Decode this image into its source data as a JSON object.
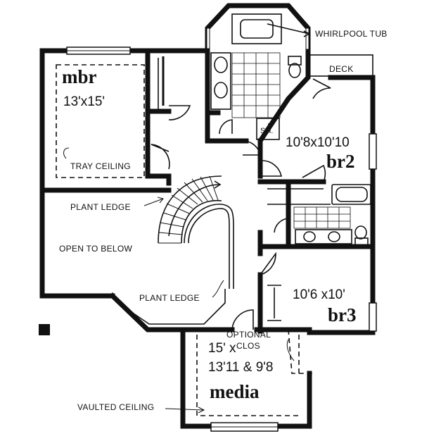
{
  "labels": {
    "whirlpool_tub": "WHIRLPOOL TUB",
    "deck": "DECK",
    "shower": "SH.",
    "tray_ceiling": "TRAY CEILING",
    "plant_ledge_upper": "PLANT LEDGE",
    "plant_ledge_lower": "PLANT LEDGE",
    "open_to_below": "OPEN TO BELOW",
    "optional_clos_line1": "OPTIONAL",
    "optional_clos_line2": "CLOS",
    "vaulted_ceiling": "VAULTED CEILING"
  },
  "rooms": {
    "mbr": {
      "name": "mbr",
      "size": "13'x15'"
    },
    "br2": {
      "name": "br2",
      "size": "10'8x10'10"
    },
    "br3": {
      "name": "br3",
      "size": "10'6 x10'"
    },
    "media": {
      "name": "media",
      "size_line1": "15' x",
      "size_line2": "13'11 & 9'8"
    }
  }
}
